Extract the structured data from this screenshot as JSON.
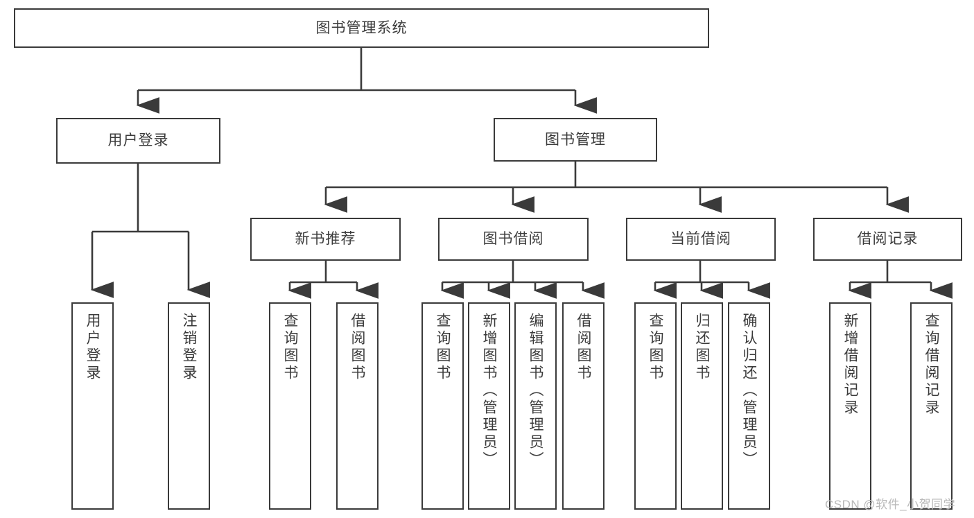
{
  "diagram": {
    "type": "tree-hierarchy",
    "title": "图书管理系统",
    "watermark": "CSDN @软件_小贺同学",
    "colors": {
      "box_border": "#3a3a3a",
      "box_fill": "#ffffff",
      "connector": "#3a3a3a",
      "text": "#3b3b3b",
      "watermark": "#b9b9b9",
      "background": "#ffffff"
    },
    "root": {
      "label": "图书管理系统",
      "level": 0
    },
    "level1": [
      {
        "id": "user-login",
        "label": "用户登录"
      },
      {
        "id": "book-management",
        "label": "图书管理"
      }
    ],
    "level2": [
      {
        "id": "new-book-recommend",
        "label": "新书推荐",
        "parent": "book-management"
      },
      {
        "id": "book-borrow",
        "label": "图书借阅",
        "parent": "book-management"
      },
      {
        "id": "current-borrow",
        "label": "当前借阅",
        "parent": "book-management"
      },
      {
        "id": "borrow-record",
        "label": "借阅记录",
        "parent": "book-management"
      }
    ],
    "leaves": [
      {
        "id": "leaf-user-login",
        "label": "用户登录",
        "parent": "user-login"
      },
      {
        "id": "leaf-user-logout",
        "label": "注销登录",
        "parent": "user-login"
      },
      {
        "id": "leaf-query-book-1",
        "label": "查询图书",
        "parent": "new-book-recommend"
      },
      {
        "id": "leaf-borrow-book-1",
        "label": "借阅图书",
        "parent": "new-book-recommend"
      },
      {
        "id": "leaf-query-book-2",
        "label": "查询图书",
        "parent": "book-borrow"
      },
      {
        "id": "leaf-add-book",
        "label": "新增图书（管理员）",
        "parent": "book-borrow"
      },
      {
        "id": "leaf-edit-book",
        "label": "编辑图书（管理员）",
        "parent": "book-borrow"
      },
      {
        "id": "leaf-borrow-book-2",
        "label": "借阅图书",
        "parent": "book-borrow"
      },
      {
        "id": "leaf-query-book-3",
        "label": "查询图书",
        "parent": "current-borrow"
      },
      {
        "id": "leaf-return-book",
        "label": "归还图书",
        "parent": "current-borrow"
      },
      {
        "id": "leaf-confirm-return",
        "label": "确认归还（管理员）",
        "parent": "current-borrow"
      },
      {
        "id": "leaf-add-record",
        "label": "新增借阅记录",
        "parent": "borrow-record"
      },
      {
        "id": "leaf-query-record",
        "label": "查询借阅记录",
        "parent": "borrow-record"
      }
    ]
  }
}
